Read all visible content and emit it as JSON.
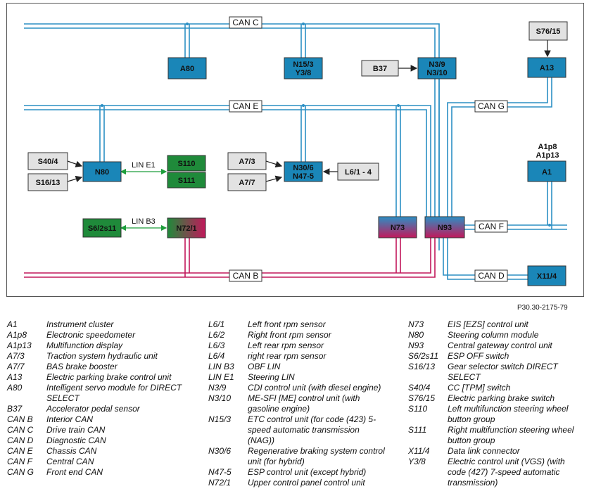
{
  "figure_code": "P30.30-2175-79",
  "bus_labels": {
    "can_c": "CAN C",
    "can_e": "CAN E",
    "can_g": "CAN G",
    "can_f": "CAN F",
    "can_b": "CAN B",
    "can_d": "CAN D",
    "lin_e1": "LIN E1",
    "lin_b3": "LIN B3"
  },
  "nodes": {
    "a80": "A80",
    "n15_3": "N15/3",
    "y3_8": "Y3/8",
    "b37": "B37",
    "n3_9": "N3/9",
    "n3_10": "N3/10",
    "s76_15": "S76/15",
    "a13": "A13",
    "s40_4": "S40/4",
    "s16_13": "S16/13",
    "n80": "N80",
    "s110": "S110",
    "s111": "S111",
    "a7_3": "A7/3",
    "a7_7": "A7/7",
    "n30_6": "N30/6",
    "n47_5": "N47-5",
    "l6_1_4": "L6/1 - 4",
    "a1p8": "A1p8",
    "a1p13": "A1p13",
    "a1": "A1",
    "s6_2s11": "S6/2s11",
    "n72_1": "N72/1",
    "n73": "N73",
    "n93": "N93",
    "x11_4": "X11/4"
  },
  "colors": {
    "can_blue": "#2b8fc4",
    "can_b_magenta": "#c2185b",
    "lin_green": "#1e9e3c",
    "node_blue": "#1a86b8",
    "node_grey": "#e2e2e2",
    "node_green": "#1f8a3a"
  },
  "legend": [
    [
      {
        "code": "A1",
        "desc": "Instrument cluster"
      },
      {
        "code": "A1p8",
        "desc": "Electronic speedometer"
      },
      {
        "code": "A1p13",
        "desc": "Multifunction display"
      },
      {
        "code": "A7/3",
        "desc": "Traction system hydraulic unit"
      },
      {
        "code": "A7/7",
        "desc": "BAS brake booster"
      },
      {
        "code": "A13",
        "desc": "Electric parking brake control unit"
      },
      {
        "code": "A80",
        "desc": "Intelligent servo module for DIRECT SELECT"
      },
      {
        "code": "B37",
        "desc": "Accelerator pedal sensor"
      },
      {
        "code": "CAN B",
        "desc": "Interior CAN"
      },
      {
        "code": "CAN C",
        "desc": "Drive train CAN"
      },
      {
        "code": "CAN D",
        "desc": "Diagnostic CAN"
      },
      {
        "code": "CAN E",
        "desc": "Chassis CAN"
      },
      {
        "code": "CAN F",
        "desc": "Central CAN"
      },
      {
        "code": "CAN G",
        "desc": "Front end CAN"
      }
    ],
    [
      {
        "code": "L6/1",
        "desc": "Left front rpm sensor"
      },
      {
        "code": "L6/2",
        "desc": "Right front rpm sensor"
      },
      {
        "code": "L6/3",
        "desc": "Left rear rpm sensor"
      },
      {
        "code": "L6/4",
        "desc": "right rear rpm sensor"
      },
      {
        "code": "LIN B3",
        "desc": "OBF LIN"
      },
      {
        "code": "LIN E1",
        "desc": "Steering LIN"
      },
      {
        "code": "N3/9",
        "desc": "CDI control unit (with diesel engine)"
      },
      {
        "code": "N3/10",
        "desc": "ME-SFI [ME] control unit (with gasoline engine)"
      },
      {
        "code": "N15/3",
        "desc": "ETC control unit (for code (423) 5-speed automatic transmission (NAG))"
      },
      {
        "code": "N30/6",
        "desc": "Regenerative braking system control unit (for hybrid)"
      },
      {
        "code": "N47-5",
        "desc": "ESP control unit (except hybrid)"
      },
      {
        "code": "N72/1",
        "desc": "Upper control panel control unit"
      }
    ],
    [
      {
        "code": "N73",
        "desc": "EIS [EZS] control unit"
      },
      {
        "code": "N80",
        "desc": "Steering column module"
      },
      {
        "code": "N93",
        "desc": "Central gateway control unit"
      },
      {
        "code": "S6/2s11",
        "desc": "ESP OFF switch"
      },
      {
        "code": "S16/13",
        "desc": "Gear selector switch DIRECT SELECT"
      },
      {
        "code": "S40/4",
        "desc": "CC [TPM] switch"
      },
      {
        "code": "S76/15",
        "desc": "Electric parking brake switch"
      },
      {
        "code": "S110",
        "desc": "Left multifunction steering wheel button group"
      },
      {
        "code": "S111",
        "desc": "Right multifunction steering wheel button group"
      },
      {
        "code": "X11/4",
        "desc": "Data link connector"
      },
      {
        "code": "Y3/8",
        "desc": "Electric control unit (VGS) (with code (427) 7-speed automatic transmission)"
      }
    ]
  ]
}
